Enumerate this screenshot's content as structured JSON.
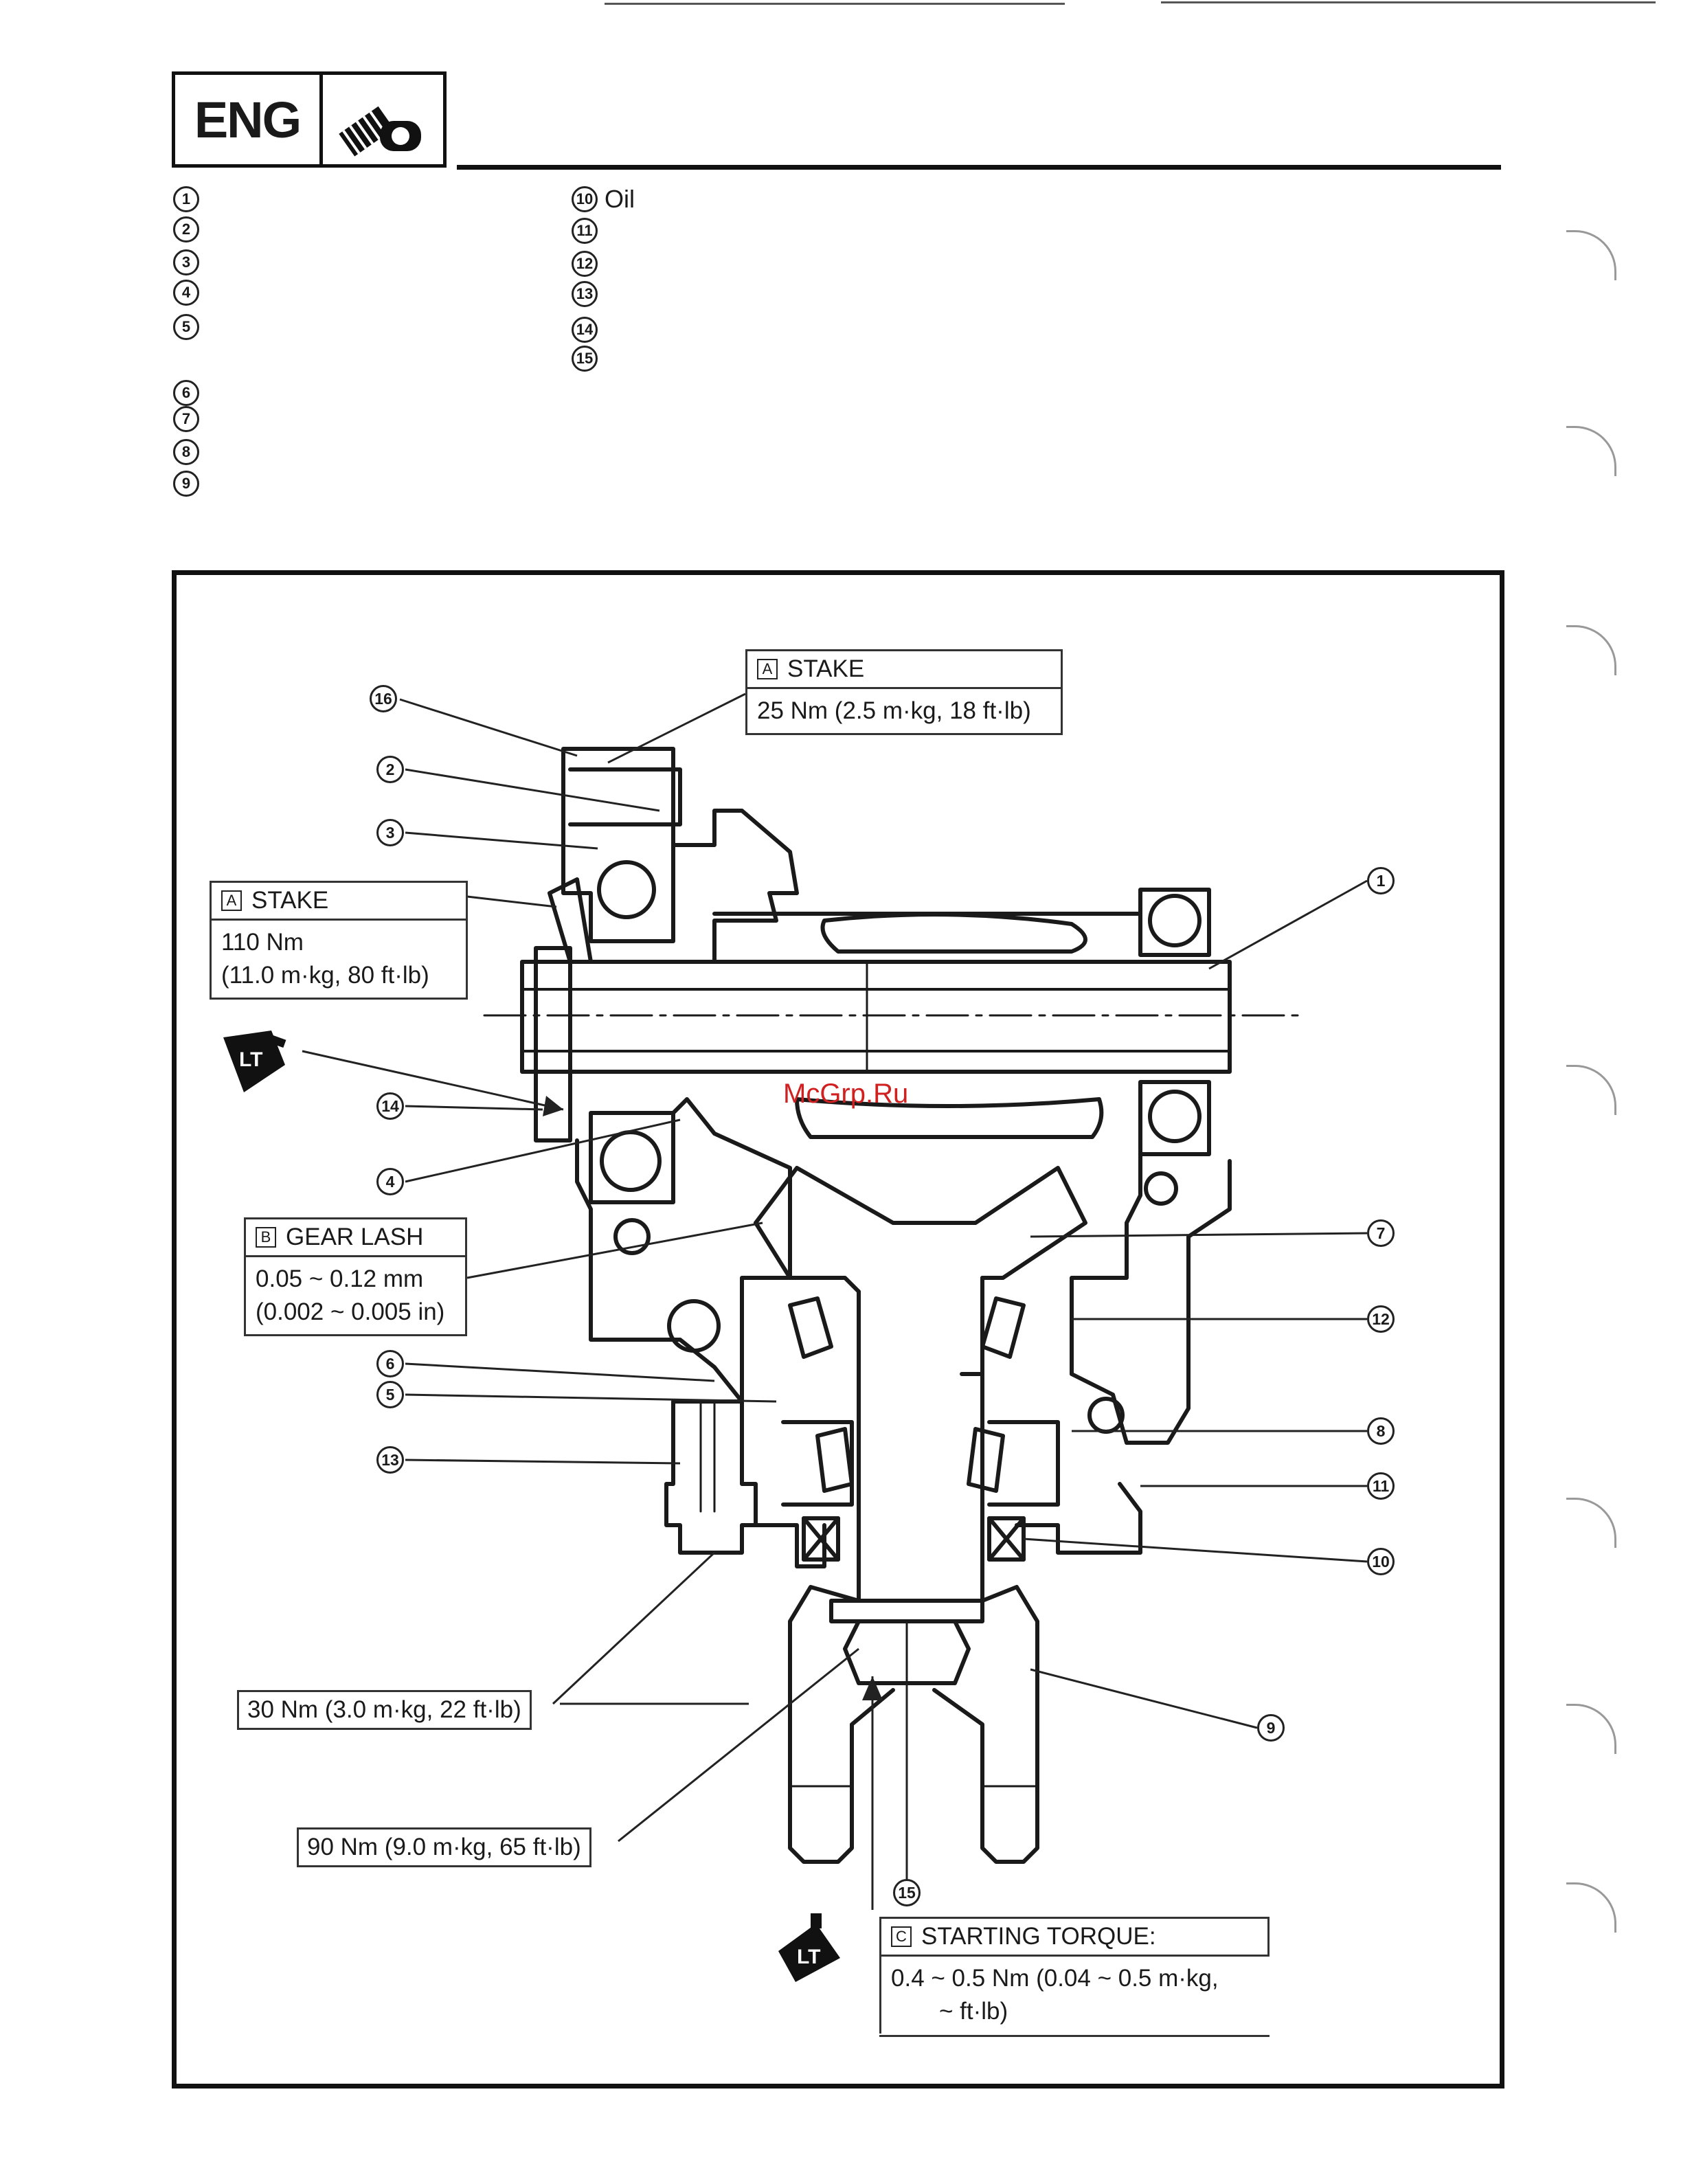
{
  "header": {
    "badge_text": "ENG",
    "badge_icon": "engine-wrench-icon"
  },
  "legend": {
    "left": [
      {
        "num": "1",
        "text": ""
      },
      {
        "num": "2",
        "text": ""
      },
      {
        "num": "3",
        "text": ""
      },
      {
        "num": "4",
        "text": ""
      },
      {
        "num": "5",
        "text": ""
      },
      {
        "num": "6",
        "text": ""
      },
      {
        "num": "7",
        "text": ""
      },
      {
        "num": "8",
        "text": ""
      },
      {
        "num": "9",
        "text": ""
      }
    ],
    "right": [
      {
        "num": "10",
        "text": "Oil"
      },
      {
        "num": "11",
        "text": ""
      },
      {
        "num": "12",
        "text": ""
      },
      {
        "num": "13",
        "text": ""
      },
      {
        "num": "14",
        "text": ""
      },
      {
        "num": "15",
        "text": ""
      }
    ]
  },
  "diagram": {
    "callouts": {
      "stake_top": {
        "letter": "A",
        "title": "STAKE",
        "lines": [
          "25 Nm (2.5 m·kg, 18 ft·lb)"
        ]
      },
      "stake_left": {
        "letter": "A",
        "title": "STAKE",
        "lines": [
          "110 Nm",
          "(11.0 m·kg, 80 ft·lb)"
        ]
      },
      "gear_lash": {
        "letter": "B",
        "title": "GEAR LASH",
        "lines": [
          "0.05 ~ 0.12 mm",
          "(0.002 ~ 0.005 in)"
        ]
      },
      "starting_torque": {
        "letter": "C",
        "title": "STARTING TORQUE:",
        "lines": [
          "0.4 ~ 0.5 Nm (0.04 ~ 0.5 m·kg,",
          "~          ft·lb)"
        ]
      }
    },
    "torques": {
      "plug": "30 Nm (3.0 m·kg, 22 ft·lb)",
      "nut": "90 Nm (9.0 m·kg, 65 ft·lb)"
    },
    "part_labels": [
      "16",
      "2",
      "3",
      "14",
      "4",
      "6",
      "5",
      "13",
      "1",
      "7",
      "12",
      "8",
      "11",
      "10",
      "9",
      "15"
    ],
    "lt_label": "LT",
    "watermark": "McGrp.Ru"
  }
}
